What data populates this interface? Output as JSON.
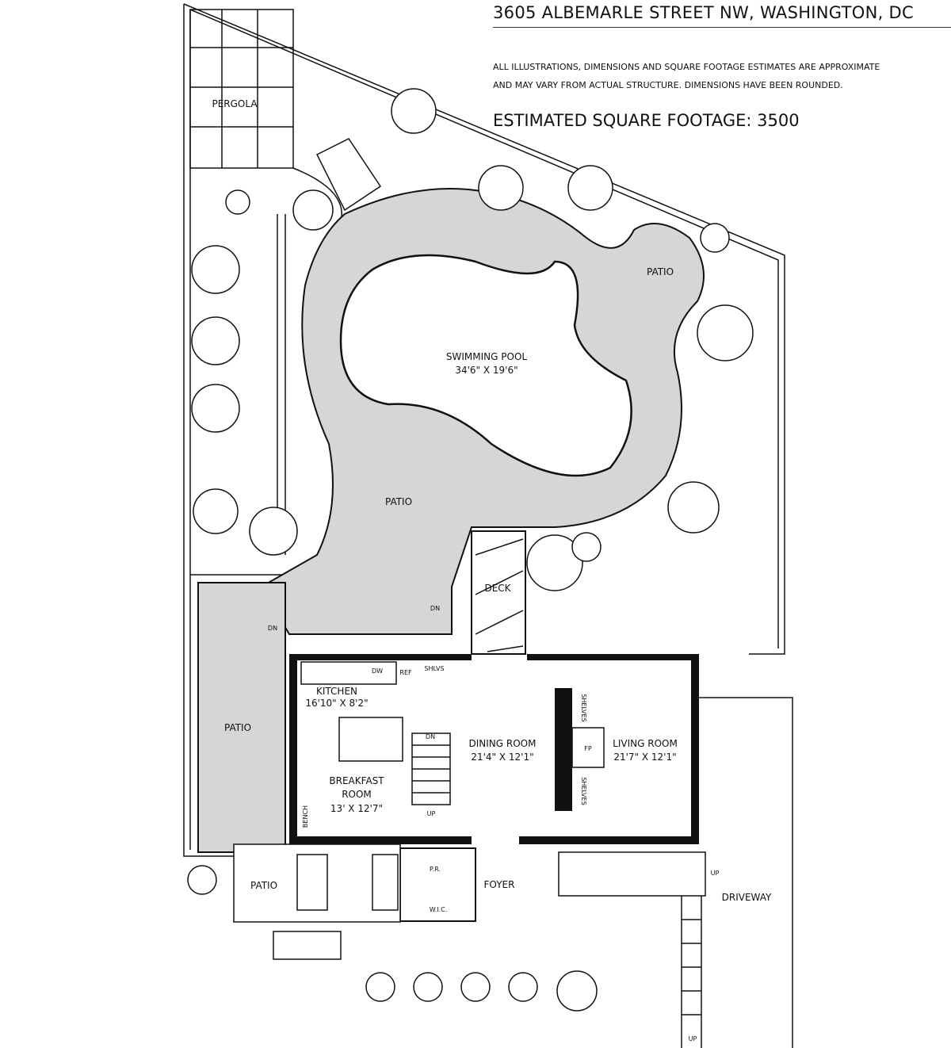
{
  "header": {
    "title": "3605 ALBEMARLE STREET NW, WASHINGTON, DC",
    "disclaimer_line1": "ALL ILLUSTRATIONS, DIMENSIONS AND SQUARE FOOTAGE ESTIMATES ARE APPROXIMATE",
    "disclaimer_line2": "AND MAY VARY FROM ACTUAL STRUCTURE. DIMENSIONS HAVE BEEN ROUNDED.",
    "square_footage": "ESTIMATED SQUARE FOOTAGE: 3500"
  },
  "rooms": {
    "pergola": "PERGOLA",
    "patio_ne": "PATIO",
    "pool_name": "SWIMMING POOL",
    "pool_dims": "34'6\" X 19'6\"",
    "patio_pool": "PATIO",
    "deck": "DECK",
    "deck_dn": "DN",
    "side_dn": "DN",
    "kitchen_name": "KITCHEN",
    "kitchen_dims": "16'10\" X 8'2\"",
    "dw": "DW",
    "ref": "REF",
    "shlvs": "SHLVS",
    "patio_west": "PATIO",
    "dining_name": "DINING ROOM",
    "dining_dims": "21'4\" X 12'1\"",
    "shelves_top": "SHELVES",
    "shelves_bottom": "SHELVES",
    "fp": "FP",
    "living_name": "LIVING ROOM",
    "living_dims": "21'7\" X 12'1\"",
    "breakfast_name1": "BREAKFAST",
    "breakfast_name2": "ROOM",
    "breakfast_dims": "13' X 12'7\"",
    "bench": "BENCH",
    "stair_dn": "DN",
    "stair_up": "UP",
    "patio_sw": "PATIO",
    "powder_room": "P.R.",
    "foyer": "FOYER",
    "wic": "W.I.C.",
    "porch_up": "UP",
    "driveway": "DRIVEWAY",
    "driveway_up": "UP"
  }
}
